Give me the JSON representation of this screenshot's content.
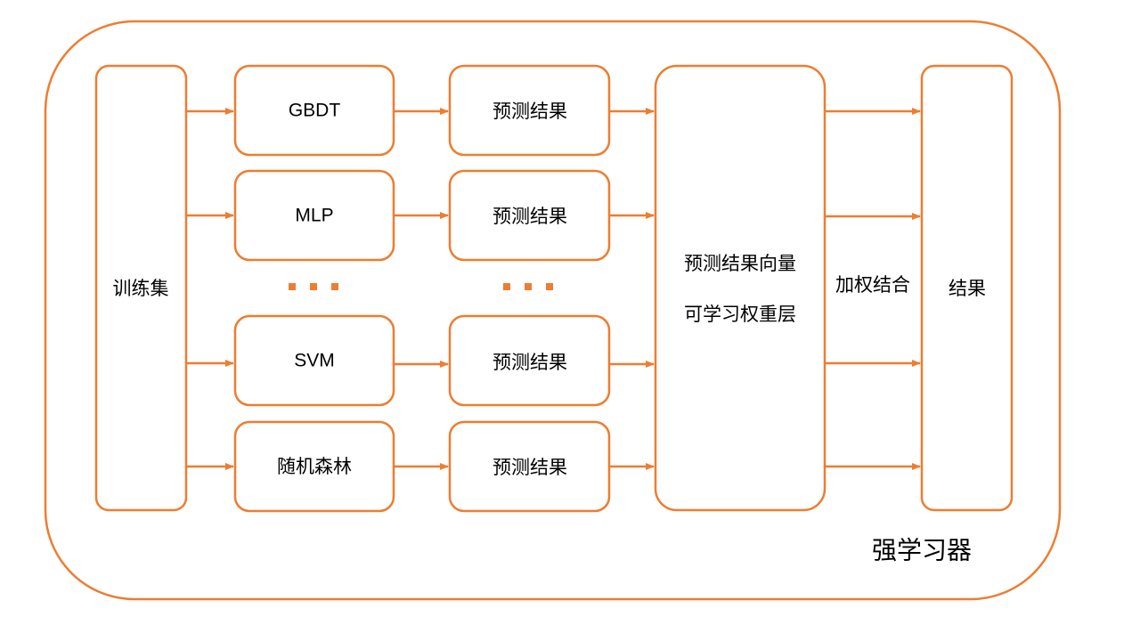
{
  "colors": {
    "accent": "#ED7D31",
    "text": "#000000",
    "background": "#FFFFFF"
  },
  "container": {
    "label": "强学习器"
  },
  "input": {
    "label": "训练集"
  },
  "models": [
    {
      "label": "GBDT"
    },
    {
      "label": "MLP"
    },
    {
      "label": "SVM"
    },
    {
      "label": "随机森林"
    }
  ],
  "predictions": [
    {
      "label": "预测结果"
    },
    {
      "label": "预测结果"
    },
    {
      "label": "预测结果"
    },
    {
      "label": "预测结果"
    }
  ],
  "ellipsis": "...",
  "weight_layer": {
    "line1": "预测结果向量",
    "line2": "可学习权重层"
  },
  "combine": {
    "label": "加权结合"
  },
  "output": {
    "label": "结果"
  }
}
